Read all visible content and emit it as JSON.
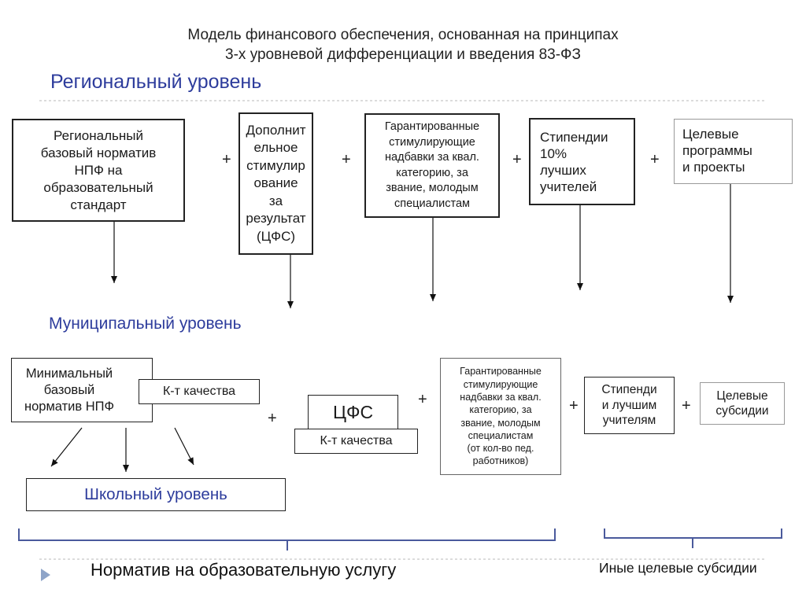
{
  "title": {
    "line1": "Модель финансового обеспечения, основанная на принципах",
    "line2": "3-х уровневой дифференциации и введения 83-ФЗ"
  },
  "regional": {
    "heading": "Региональный уровень",
    "base": [
      "Региональный",
      "базовый норматив",
      "НПФ на",
      "образовательный",
      "стандарт"
    ],
    "extra": [
      "Дополнит",
      "ельное",
      "стимулир",
      "ование",
      "за",
      "результат",
      "(ЦФС)"
    ],
    "guaranteed": [
      "Гарантированные",
      "стимулирующие",
      "надбавки за квал.",
      "категорию, за",
      "звание, молодым",
      "специалистам"
    ],
    "stipend": [
      "Стипендии",
      "10%",
      "лучших",
      "учителей"
    ],
    "targeted": [
      "Целевые",
      "программы",
      "и проекты"
    ]
  },
  "municipal": {
    "heading": "Муниципальный уровень",
    "min_base": [
      "Минимальный",
      "базовый",
      "норматив НПФ"
    ],
    "quality1": "К-т качества",
    "cfs": "ЦФС",
    "quality2": "К-т качества",
    "guaranteed": [
      "Гарантированные",
      "стимулирующие",
      "надбавки за квал.",
      "категорию, за",
      "звание, молодым",
      "специалистам",
      "(от кол-во пед.",
      "работников)"
    ],
    "stipend": [
      "Стипенди",
      "и лучшим",
      "учителям"
    ],
    "subsidy": [
      "Целевые",
      "субсидии"
    ]
  },
  "school": {
    "label": "Школьный уровень"
  },
  "operators": {
    "plus": "+"
  },
  "footer": {
    "main": "Норматив на образовательную услугу",
    "other": "Иные целевые субсидии"
  },
  "colors": {
    "heading": "#2d3c9c",
    "brace": "#4a5a9c",
    "divider": "#b8b8b8",
    "bullet": "#8ea4c8"
  }
}
